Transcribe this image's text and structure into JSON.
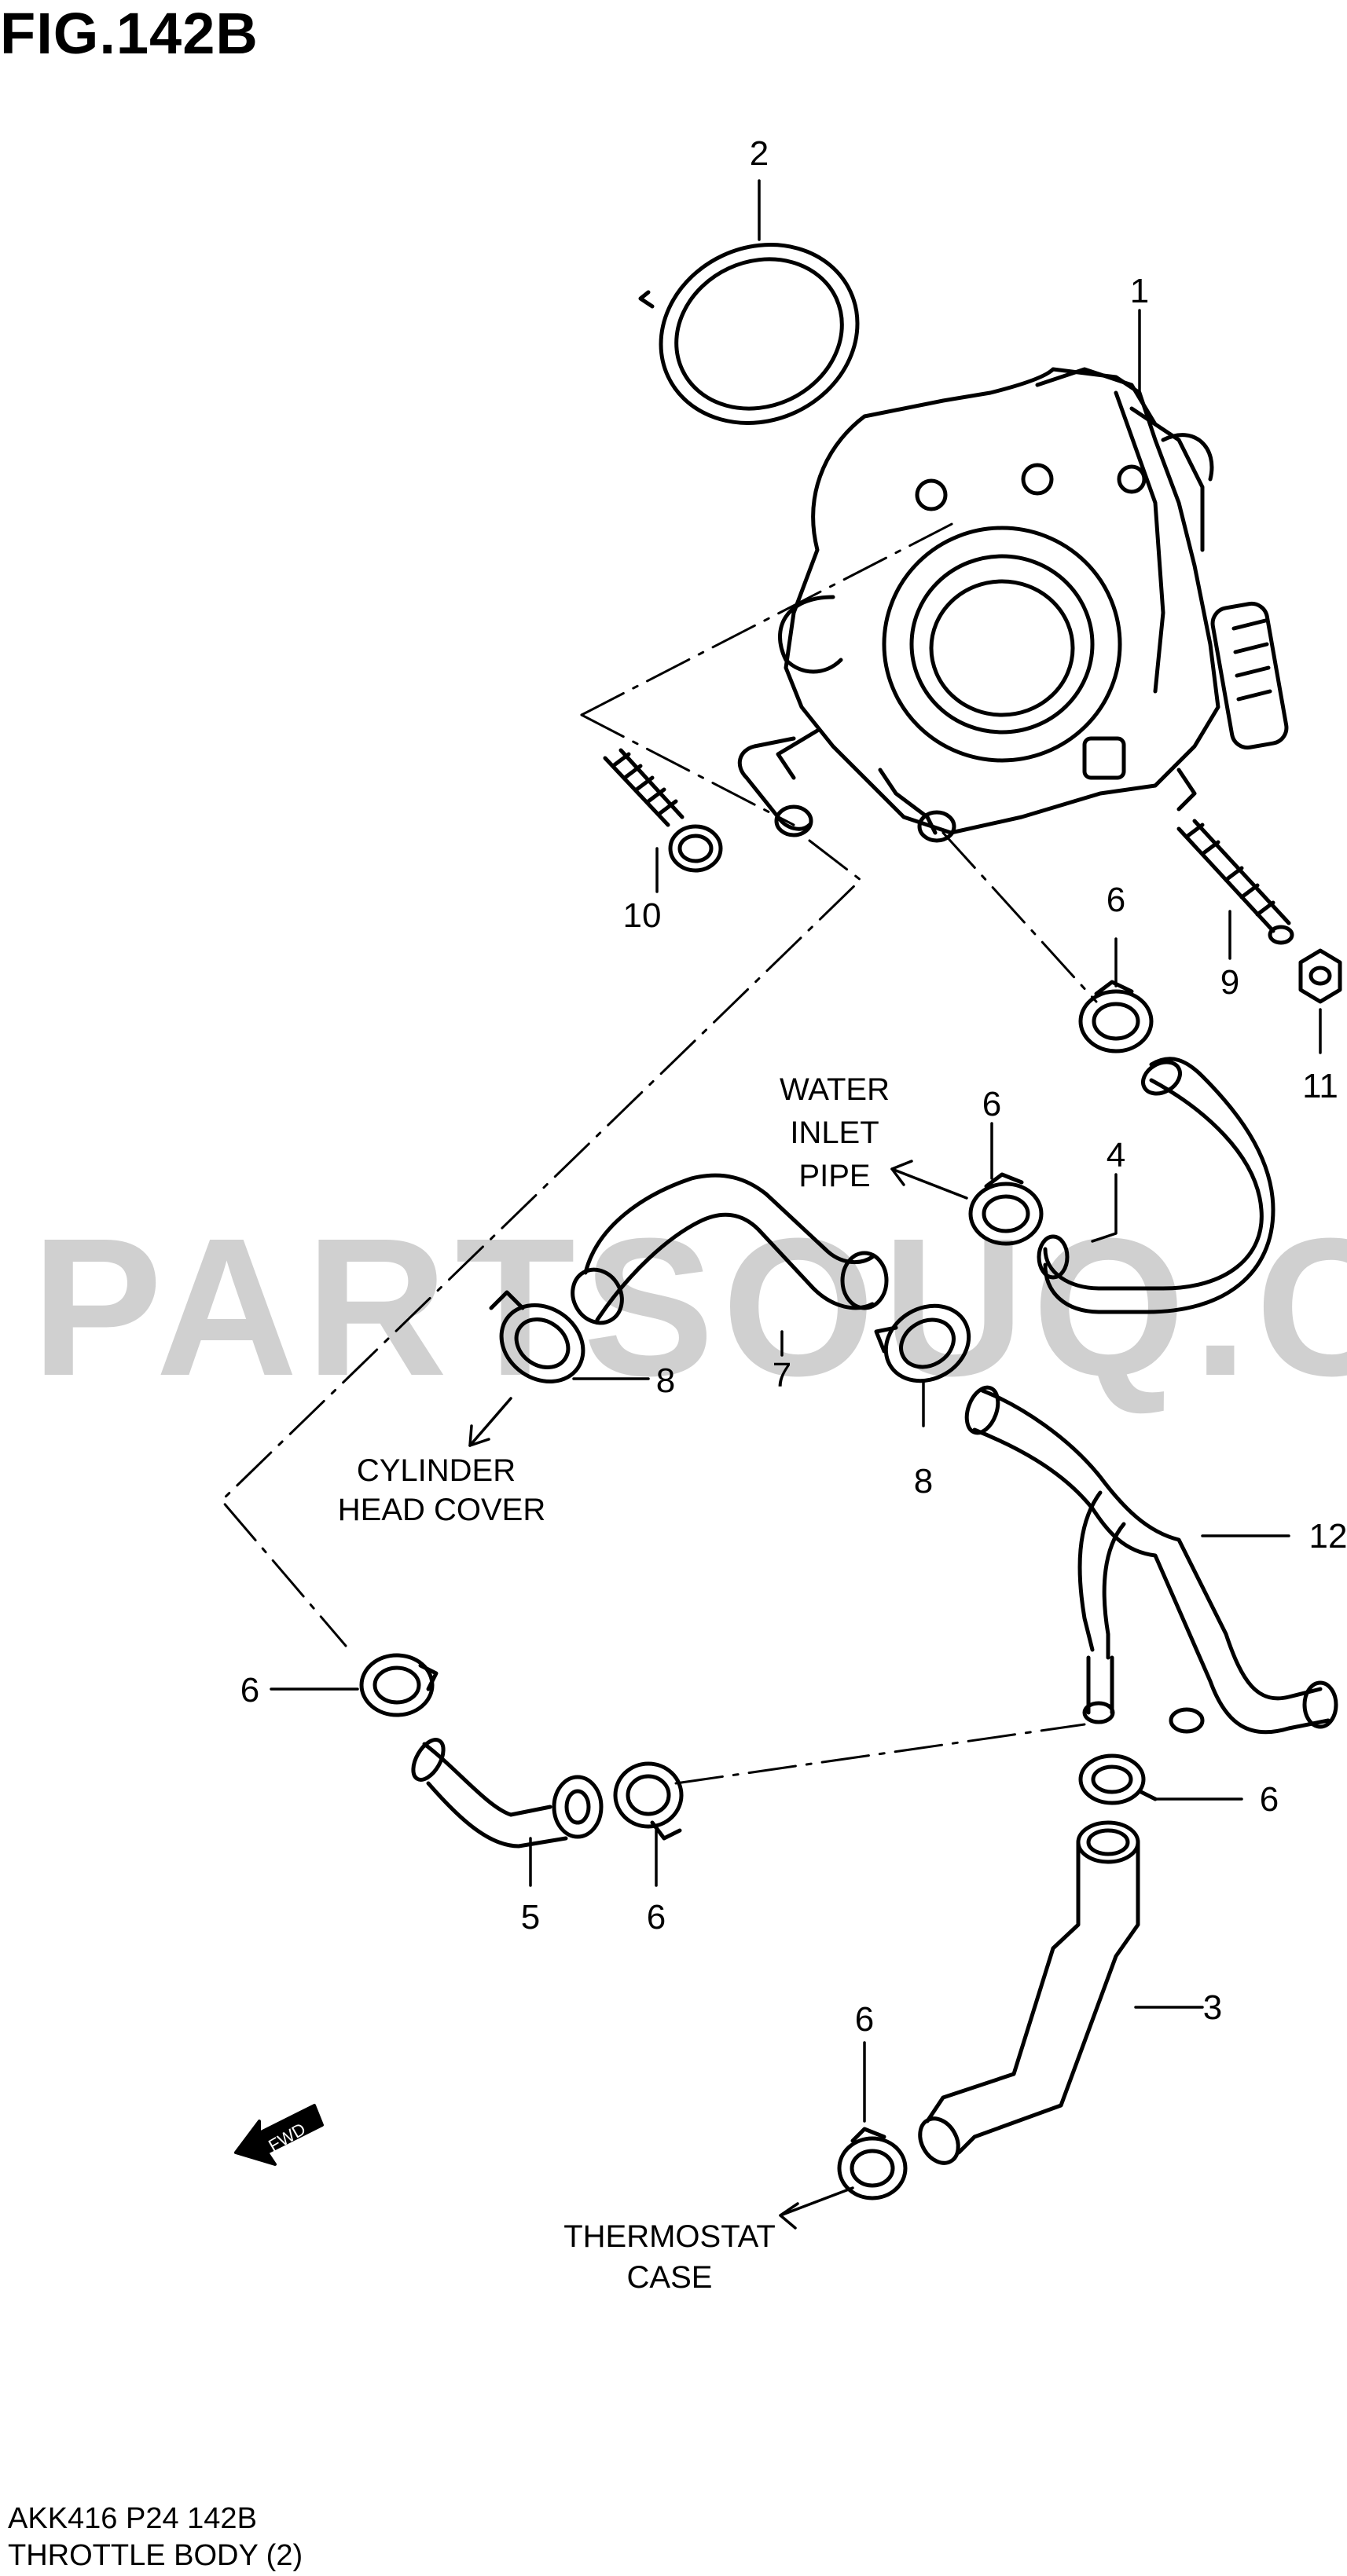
{
  "figure": {
    "title": "FIG.142B",
    "code": "AKK416 P24 142B",
    "name": "THROTTLE BODY (2)"
  },
  "watermark": "PARTSOUQ.COM",
  "callouts": {
    "p1": "1",
    "p2": "2",
    "p3": "3",
    "p4": "4",
    "p5": "5",
    "p6a": "6",
    "p6b": "6",
    "p6c": "6",
    "p6d": "6",
    "p6e": "6",
    "p6f": "6",
    "p7": "7",
    "p8a": "8",
    "p8b": "8",
    "p9": "9",
    "p10": "10",
    "p11": "11",
    "p12": "12"
  },
  "destinations": {
    "water_inlet_pipe": [
      "WATER",
      "INLET",
      "PIPE"
    ],
    "cylinder_head_cover": [
      "CYLINDER",
      "HEAD COVER"
    ],
    "thermostat_case": [
      "THERMOSTAT",
      "CASE"
    ]
  },
  "fwd_arrow": "FWD"
}
